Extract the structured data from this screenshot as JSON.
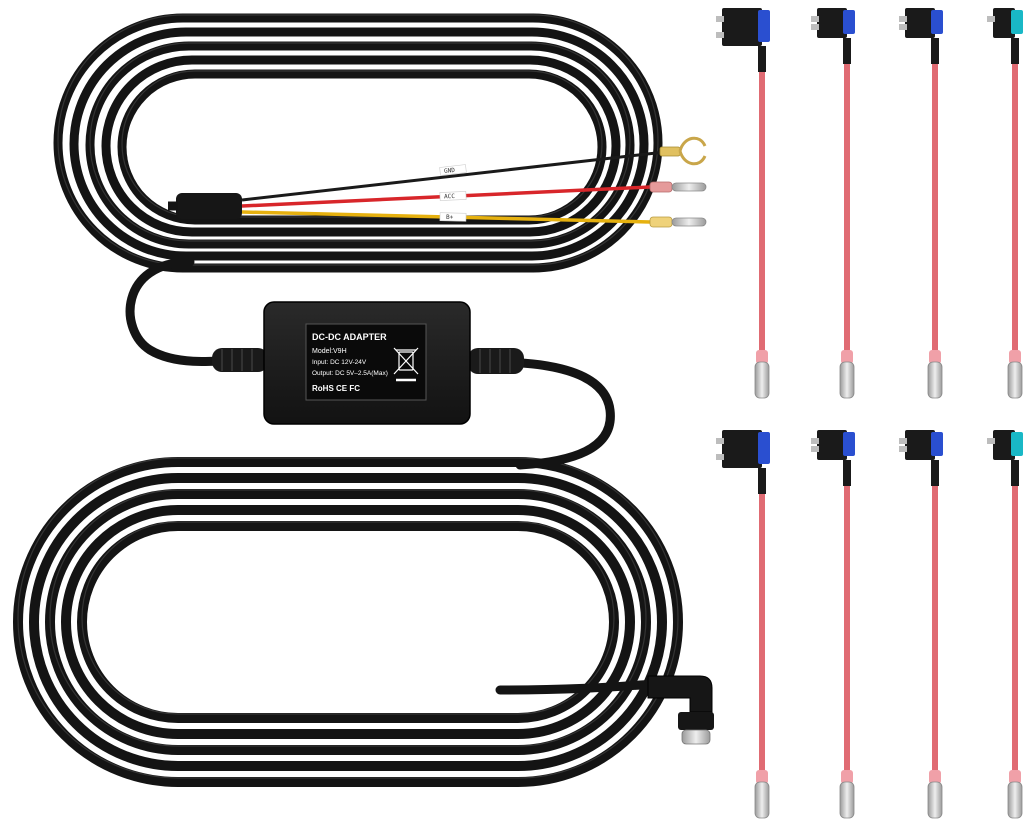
{
  "product": {
    "adapter_title": "DC-DC ADAPTER",
    "model": "Model:V9H",
    "input": "Input: DC 12V-24V",
    "output": "Output: DC 5V–2.5A(Max)",
    "certs": "RoHS CE FC",
    "wire_tags": [
      "GND",
      "ACC",
      "B+"
    ]
  },
  "colors": {
    "cable": "#141414",
    "cable_highlight": "#4a4a4a",
    "box": "#1b1b1b",
    "label": "#0a0a0a",
    "wire_black": "#1a1a1a",
    "wire_red": "#d8262a",
    "wire_yellow": "#e6b10f",
    "fuse_wire": "#e06b73",
    "fuse_blue": "#2a4fd0",
    "fuse_teal": "#19b8c6",
    "terminal": "#c9c9c9"
  },
  "icons": [
    "weee-bin-icon",
    "ring-terminal-icon",
    "usb-c-plug-icon"
  ]
}
